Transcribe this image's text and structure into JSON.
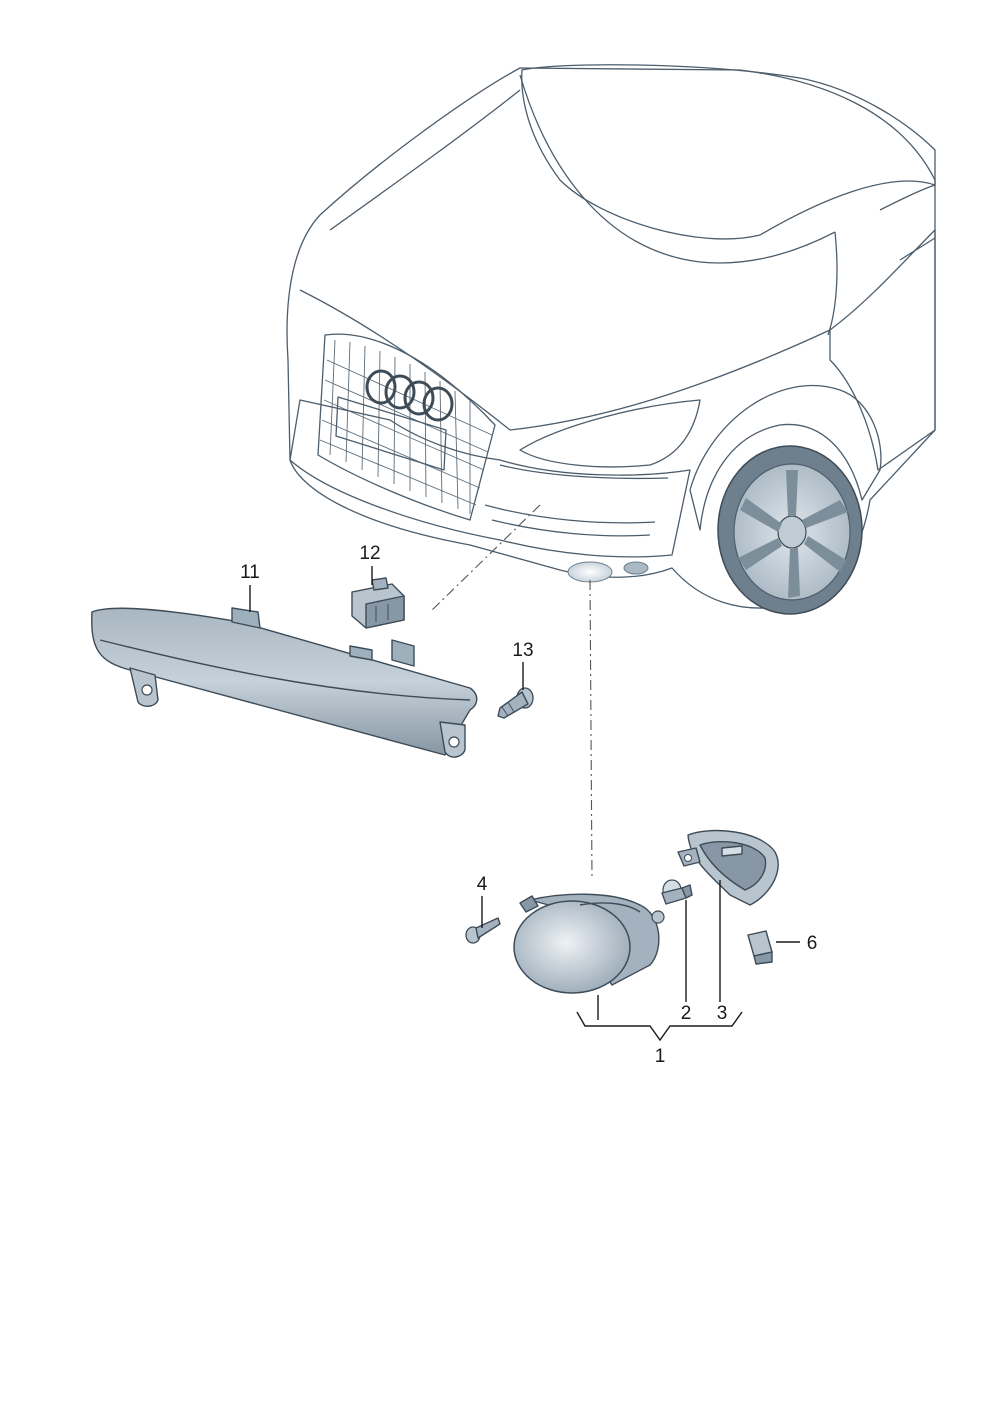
{
  "callouts": {
    "c1": "1",
    "c2": "2",
    "c3": "3",
    "c4": "4",
    "c6": "6",
    "c11": "11",
    "c12": "12",
    "c13": "13"
  },
  "colors": {
    "body_fill": "#c9d4dc",
    "body_shadow": "#9fb0bd",
    "part_fill": "#b8c5cf",
    "part_dark": "#8797a5",
    "line": "#4c5d6c"
  },
  "icons": {
    "vehicle": "car-front-illustration",
    "fog_lamp": "fog-lamp-housing",
    "bulb": "halogen-bulb",
    "cover": "lamp-cover-cap",
    "connector": "plug-connector",
    "bumper_insert": "side-light-strip",
    "screw": "screw"
  }
}
